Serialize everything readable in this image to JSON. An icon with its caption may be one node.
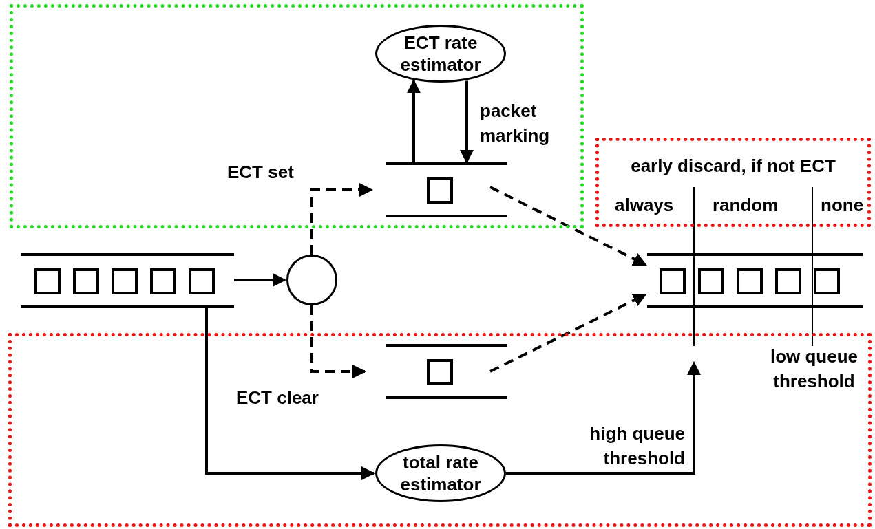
{
  "diagram": {
    "nodes": [
      {
        "text": [],
        "shape": "box"
      },
      {
        "text": [
          "ECT rate estimator"
        ],
        "in": 0
      },
      {
        "text": [],
        "shape": "box",
        "in": 0
      },
      {
        "text": [],
        "shape": "box"
      },
      {
        "text": [],
        "shape": "circle"
      },
      {
        "text": [],
        "shape": "box"
      },
      {
        "text": [],
        "shape": "box",
        "in": 5
      },
      {
        "text": [
          "total rate estimator"
        ],
        "in": 5
      },
      {
        "text": [
          "early discard, if not ECT"
        ]
      },
      {
        "text": [],
        "shape": "box"
      }
    ],
    "edges": [
      {
        "from": 2,
        "to": 1,
        "arrow": "to"
      },
      {
        "from": 1,
        "to": 2,
        "arrow": "to",
        "label": "packet marking"
      },
      {
        "from": 3,
        "to": 4,
        "arrow": "to"
      },
      {
        "from": 4,
        "to": 2,
        "arrow": "to",
        "label": "ECT set",
        "style": "dashed"
      },
      {
        "from": 4,
        "to": 6,
        "arrow": "to",
        "label": "ECT clear",
        "style": "dashed"
      },
      {
        "from": 2,
        "to": 9,
        "arrow": "to",
        "style": "dashed"
      },
      {
        "from": 6,
        "to": 9,
        "arrow": "to",
        "style": "dashed"
      },
      {
        "from": 3,
        "to": 7,
        "arrow": "to"
      },
      {
        "from": 7,
        "to": null,
        "arrow": "to",
        "label": "high queue threshold"
      }
    ],
    "labels": [
      "always",
      "random",
      "none",
      "low queue threshold"
    ]
  }
}
